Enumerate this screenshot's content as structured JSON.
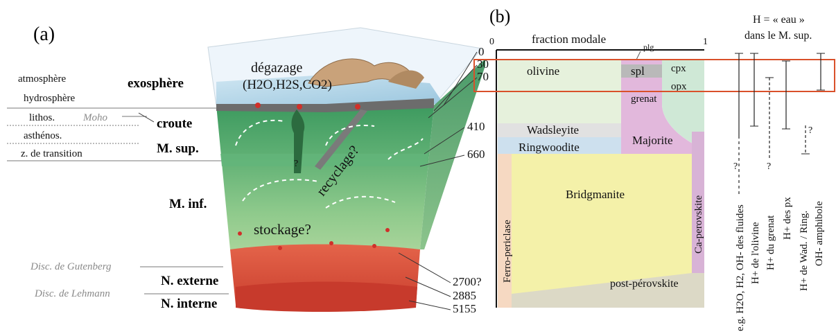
{
  "panel_a": {
    "label": "(a)",
    "left_layers": {
      "atmosphere": "atmosphère",
      "hydrosphere": "hydrosphère",
      "lithos": "lithos.",
      "moho": "Moho",
      "asthenos": "asthénos.",
      "transition": "z. de transition",
      "gutenberg": "Disc. de Gutenberg",
      "lehmann": "Disc. de Lehmann"
    },
    "envelopes": {
      "exosphere": "exosphère",
      "croute": "croute",
      "msup": "M. sup.",
      "minf": "M. inf.",
      "next": "N. externe",
      "nint": "N. interne"
    },
    "block_labels": {
      "degazage_line1": "dégazage",
      "degazage_line2": "(H2O,H2S,CO2)",
      "question": "?",
      "recyclage": "recyclage?",
      "stockage": "stockage?"
    },
    "depths": [
      "0",
      "30",
      "70",
      "410",
      "660",
      "2700?",
      "2885",
      "5155"
    ]
  },
  "panel_b": {
    "label": "(b)",
    "axis_title": "fraction modale",
    "tick_0": "0",
    "tick_1": "1",
    "plg": "plg",
    "minerals": {
      "olivine": "olivine",
      "spl": "spl",
      "cpx": "cpx",
      "opx": "opx",
      "grenat": "grenat",
      "wadsleyite": "Wadsleyite",
      "ringwoodite": "Ringwoodite",
      "majorite": "Majorite",
      "bridgmanite": "Bridgmanite",
      "ferro": "Ferro-periclase",
      "caperov": "Ca-perovskite",
      "postperov": "post-pérovskite"
    },
    "colors": {
      "olivine": "#e6f1dc",
      "garnet": "#e2b8dc",
      "cpx": "#cfe8d6",
      "spl": "#b9b9b9",
      "wadsleyite": "#e1e1e1",
      "ringwoodite": "#cde0ee",
      "bridgmanite": "#f4f1a9",
      "ferro": "#f6d9c2",
      "postperov": "#dcd9c6",
      "highlight": "#d9502a"
    }
  },
  "water": {
    "header_line1": "H = « eau »",
    "header_line2": "dans le M. sup.",
    "cols": [
      "e.g. H2O, H2, OH- des fluides",
      "H+ de l'olivine",
      "H+ du grenat",
      "H+ des px",
      "H+ de Wad. / Ring.",
      "OH- amphibole"
    ],
    "q": "?"
  }
}
